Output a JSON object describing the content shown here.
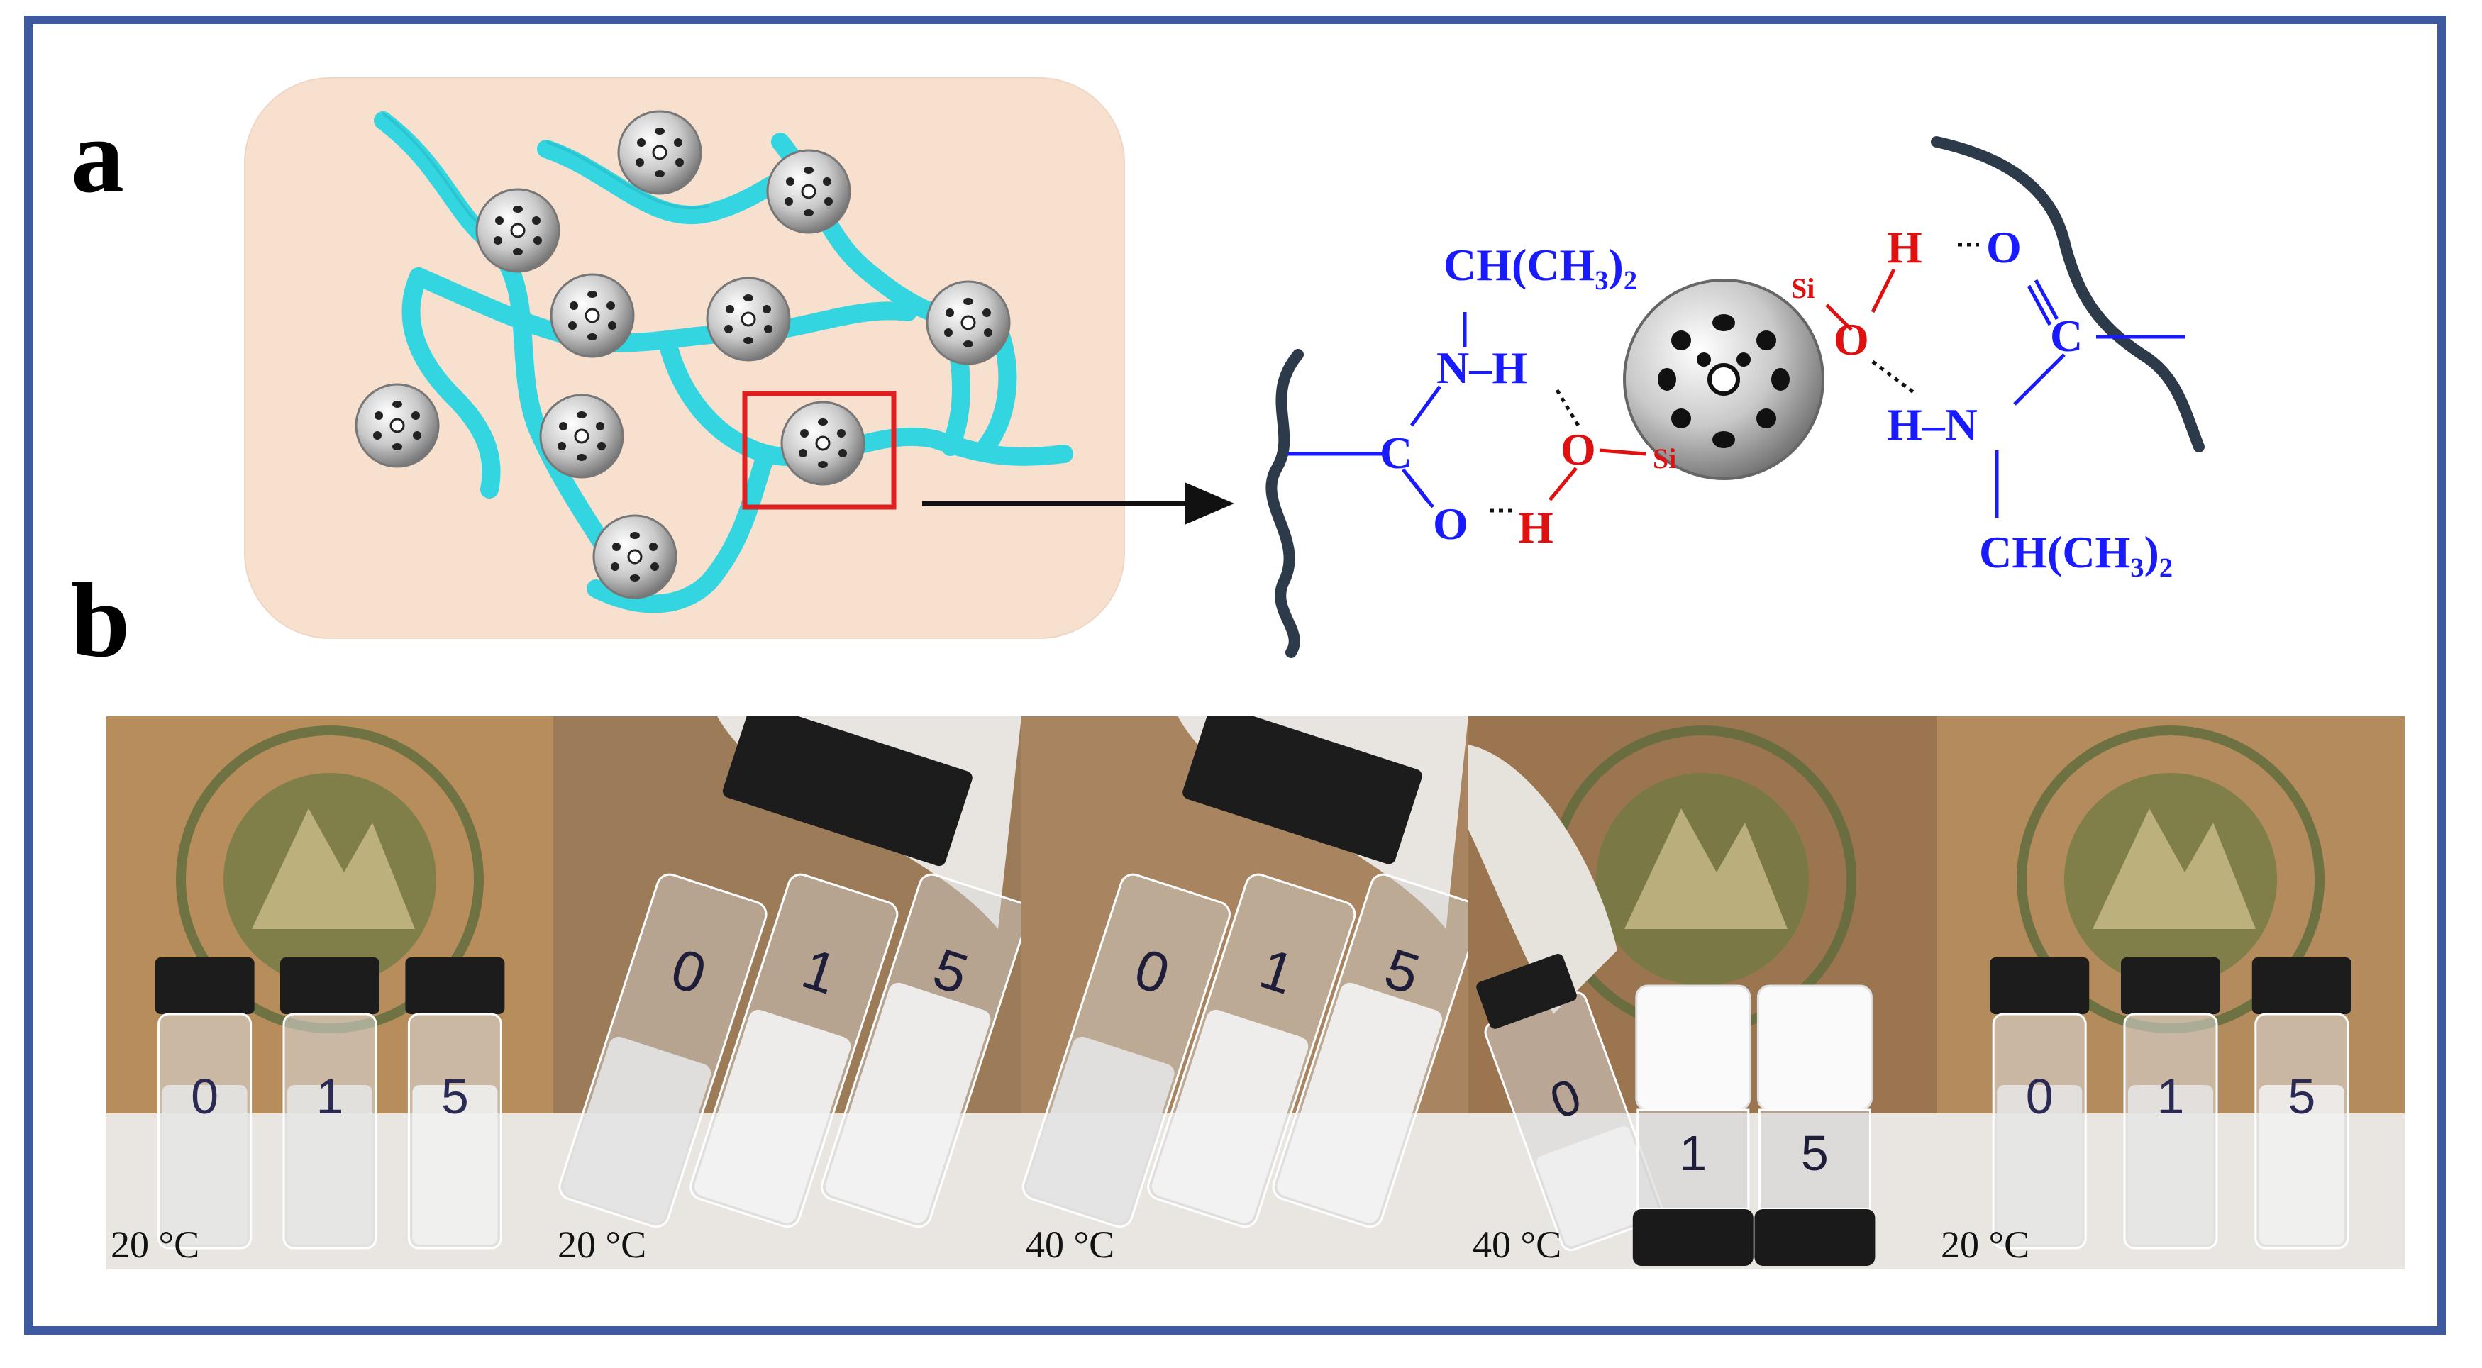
{
  "panels": {
    "a_label": "a",
    "b_label": "b"
  },
  "chemistry": {
    "left_group": "CH(CH₃)₂",
    "right_group": "CH(CH₃)₂",
    "n_h_left": "N–H",
    "c_left": "C",
    "o_left": "O",
    "h_left": "H",
    "o_mid_left": "O",
    "si_left": "Si",
    "si_right": "Si",
    "o_mid_right": "O",
    "h_right_top": "H",
    "o_right_top": "O",
    "c_right": "C",
    "h_n_right": "H–N"
  },
  "photos": [
    {
      "temperature": "20 °C",
      "vials": [
        "0",
        "1",
        "5"
      ],
      "state": "upright"
    },
    {
      "temperature": "20 °C",
      "vials": [
        "0",
        "1",
        "5"
      ],
      "state": "tilted"
    },
    {
      "temperature": "40 °C",
      "vials": [
        "0",
        "1",
        "5"
      ],
      "state": "tilted"
    },
    {
      "temperature": "40 °C",
      "vials": [
        "0",
        "1",
        "5"
      ],
      "state": "inverted"
    },
    {
      "temperature": "20 °C",
      "vials": [
        "0",
        "1",
        "5"
      ],
      "state": "upright"
    }
  ],
  "colors": {
    "frame": "#3d5a9e",
    "polymer": "#33d6e0",
    "highlight_box": "#e02020",
    "bond_blue": "#1a1aff",
    "bond_red": "#e01010",
    "panel_bg": "#f8e0cf"
  }
}
